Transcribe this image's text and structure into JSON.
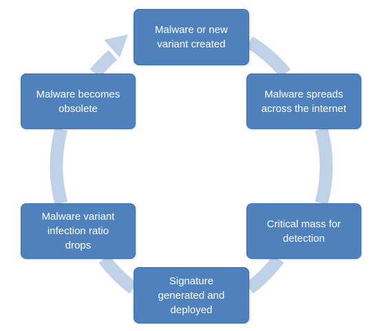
{
  "diagram": {
    "type": "cycle",
    "accent_color": "#4f81bd",
    "arrow_color": "#c0d2e8",
    "direction": "clockwise",
    "nodes": [
      {
        "label": "Malware or new\nvariant created"
      },
      {
        "label": "Malware spreads\nacross the internet"
      },
      {
        "label": "Critical mass for\ndetection"
      },
      {
        "label": "Signature\ngenerated and\ndeployed"
      },
      {
        "label": "Malware variant\ninfection ratio\ndrops"
      },
      {
        "label": "Malware becomes\nobsolete"
      }
    ]
  }
}
